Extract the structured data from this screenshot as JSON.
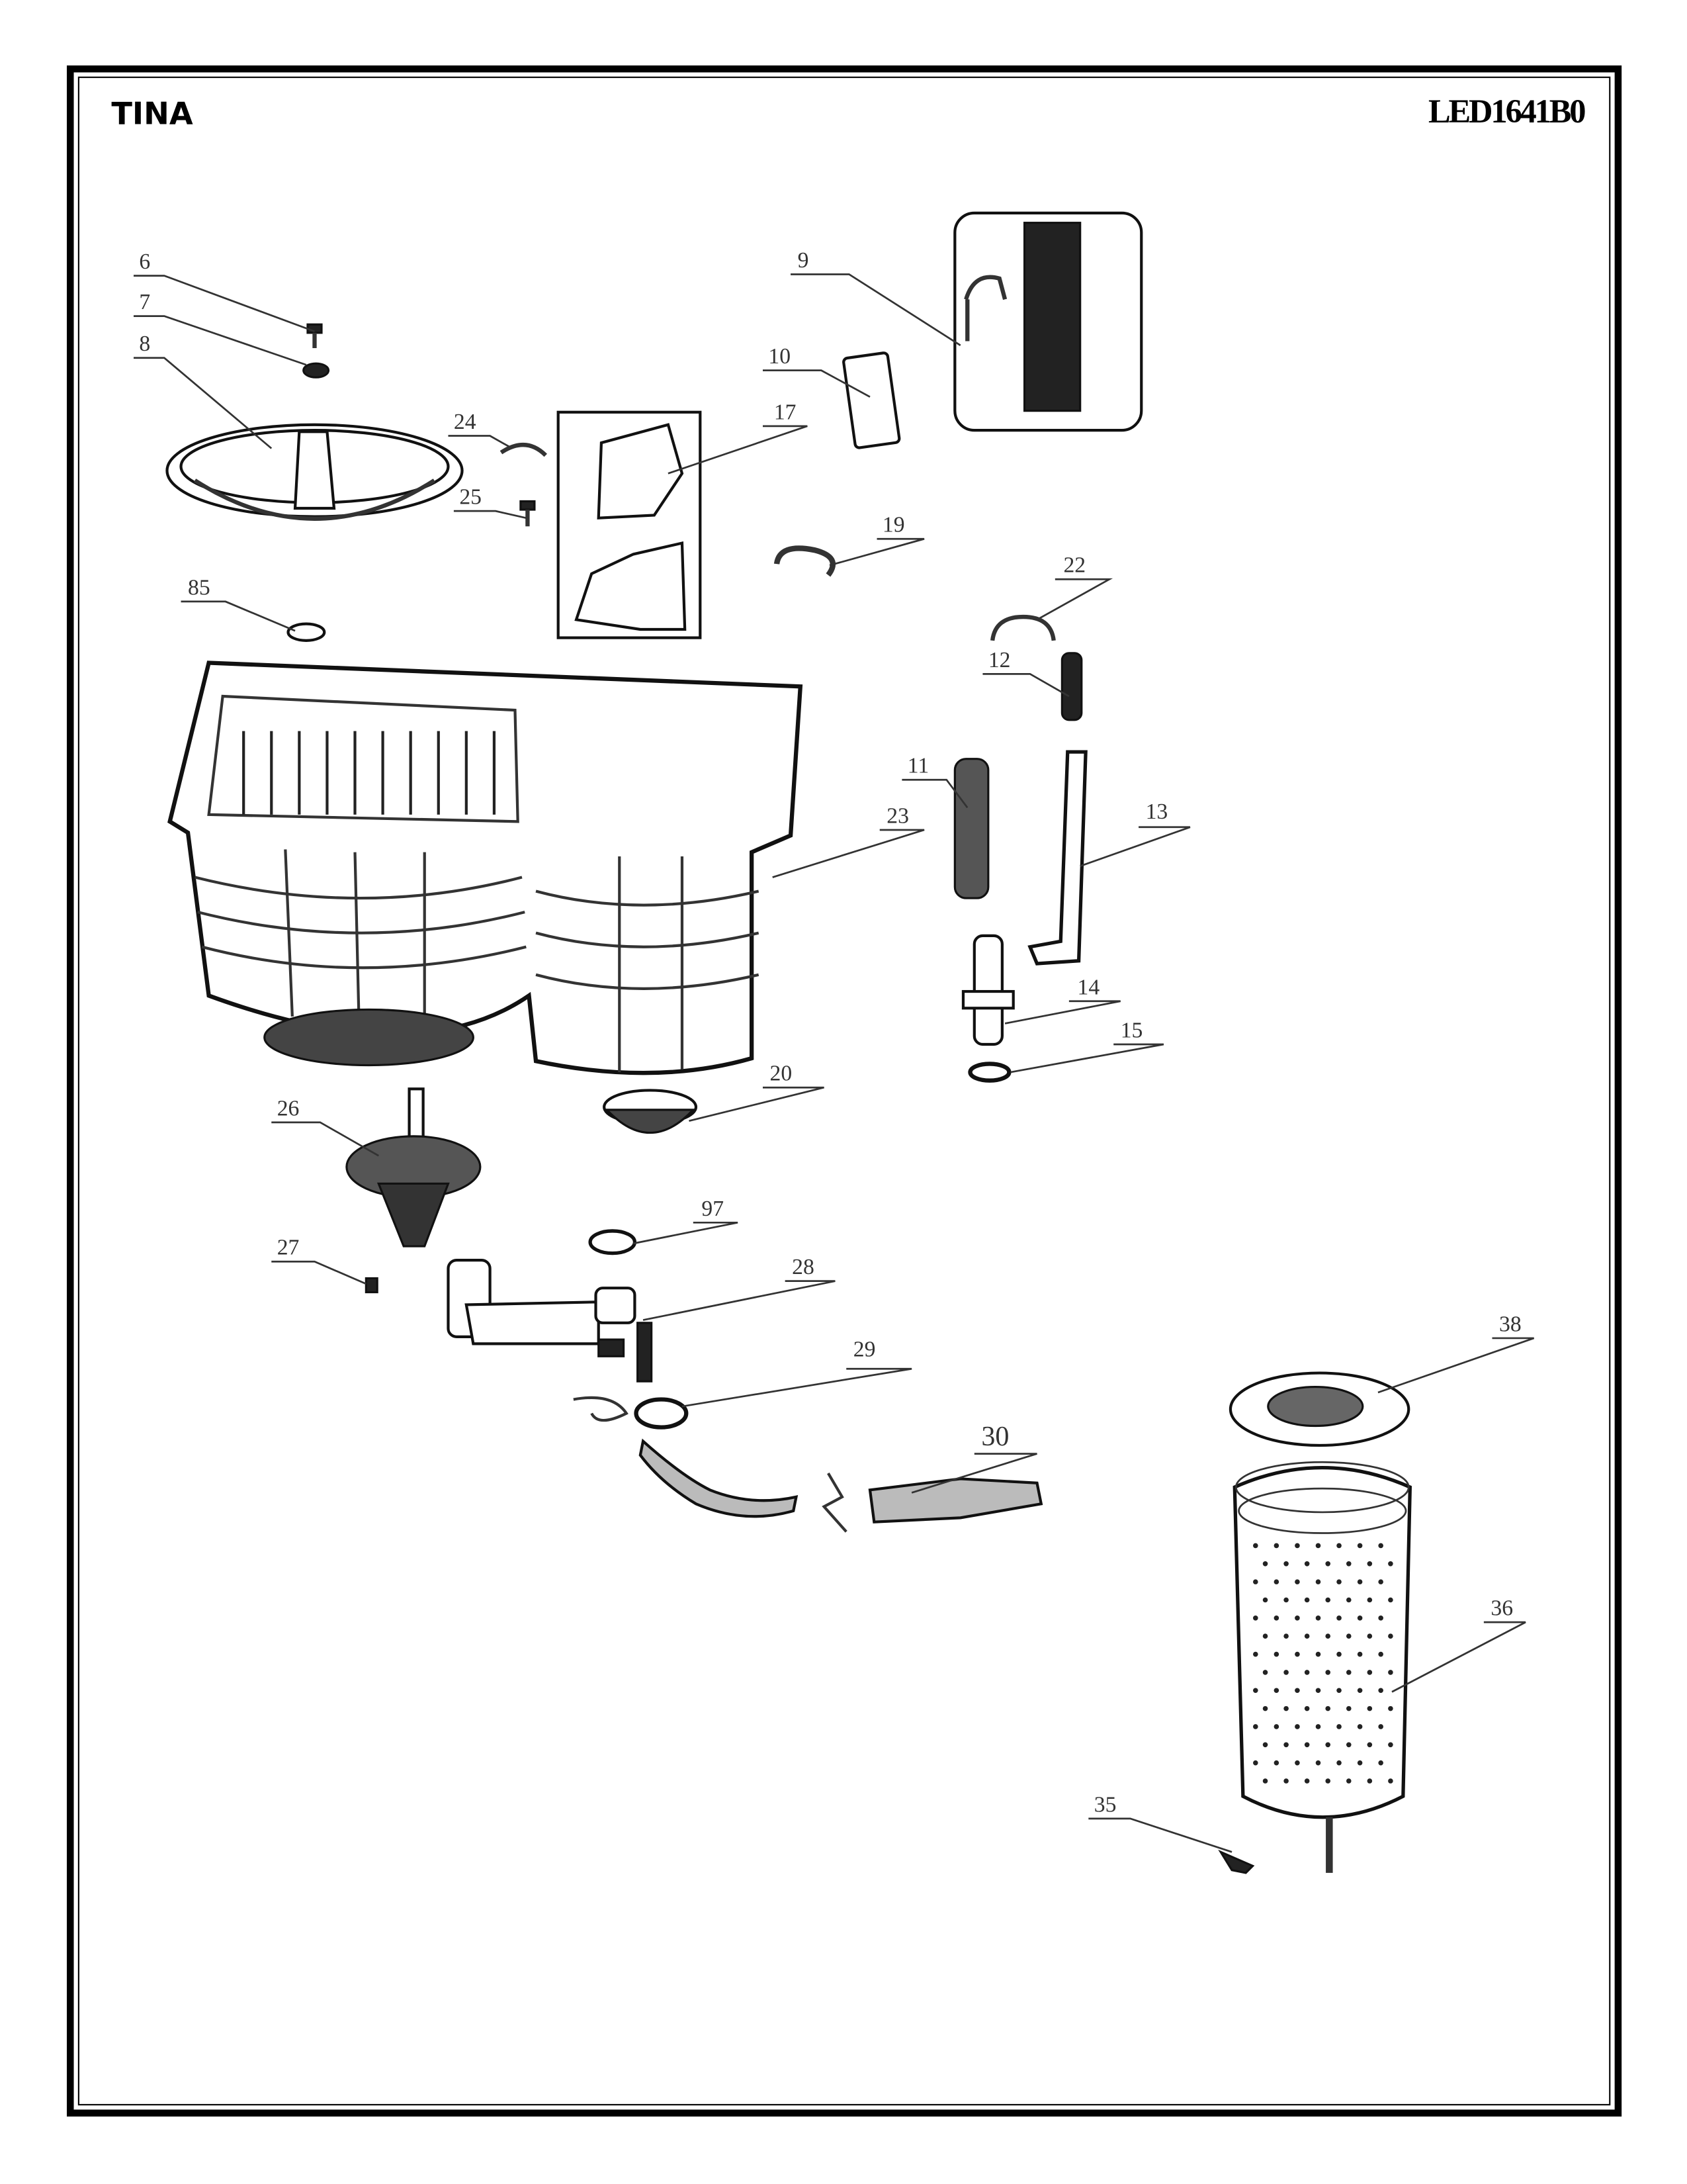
{
  "header": {
    "brand": "TINA",
    "model": "LED1641B0"
  },
  "callouts": {
    "c6": "6",
    "c7": "7",
    "c8": "8",
    "c9": "9",
    "c10": "10",
    "c24": "24",
    "c17": "17",
    "c25": "25",
    "c19": "19",
    "c85": "85",
    "c22": "22",
    "c12": "12",
    "c11": "11",
    "c23": "23",
    "c13": "13",
    "c14": "14",
    "c15": "15",
    "c20": "20",
    "c26": "26",
    "c97": "97",
    "c27": "27",
    "c28": "28",
    "c29": "29",
    "c30": "30",
    "c38": "38",
    "c36": "36",
    "c35": "35"
  }
}
